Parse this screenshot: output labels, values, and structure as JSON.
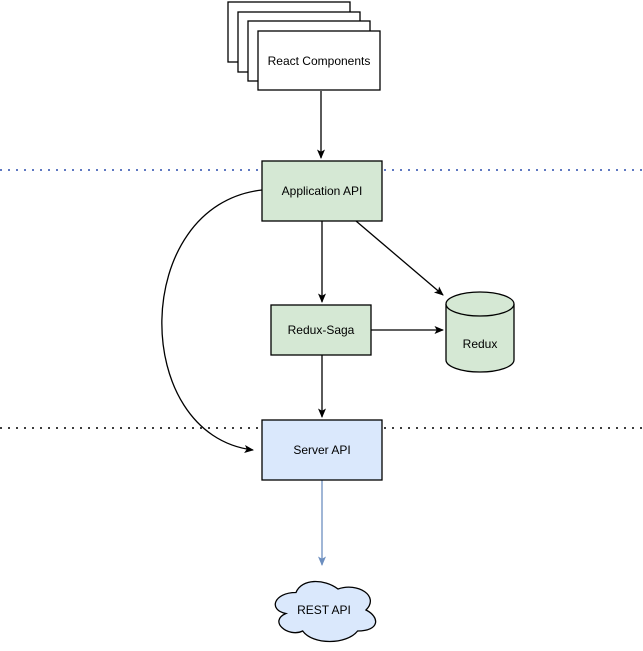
{
  "diagram": {
    "kind": "architecture-flow-diagram",
    "nodes": {
      "react_components": {
        "label": "React Components",
        "shape": "stacked-rectangles",
        "fill": "#ffffff"
      },
      "application_api": {
        "label": "Application API",
        "shape": "rectangle",
        "fill": "#d5e8d4"
      },
      "redux_saga": {
        "label": "Redux-Saga",
        "shape": "rectangle",
        "fill": "#d5e8d4"
      },
      "redux": {
        "label": "Redux",
        "shape": "cylinder",
        "fill": "#d5e8d4"
      },
      "server_api": {
        "label": "Server API",
        "shape": "rectangle",
        "fill": "#dae8fc"
      },
      "rest_api": {
        "label": "REST API",
        "shape": "cloud",
        "fill": "#dae8fc"
      }
    },
    "edges": [
      {
        "from": "react_components",
        "to": "application_api",
        "style": "solid",
        "color": "#000000",
        "direction": "down"
      },
      {
        "from": "application_api",
        "to": "redux_saga",
        "style": "solid",
        "color": "#000000",
        "direction": "down"
      },
      {
        "from": "application_api",
        "to": "redux",
        "style": "solid",
        "color": "#000000",
        "direction": "diagonal-down-right"
      },
      {
        "from": "redux_saga",
        "to": "redux",
        "style": "solid",
        "color": "#000000",
        "direction": "right"
      },
      {
        "from": "redux_saga",
        "to": "server_api",
        "style": "solid",
        "color": "#000000",
        "direction": "down"
      },
      {
        "from": "application_api",
        "to": "server_api",
        "style": "curved",
        "color": "#000000",
        "direction": "left-bypass-down"
      },
      {
        "from": "server_api",
        "to": "rest_api",
        "style": "solid",
        "color": "#6c8ebf",
        "direction": "down"
      }
    ],
    "dividers": [
      {
        "position": "upper",
        "style": "dotted",
        "color": "#6079c2"
      },
      {
        "position": "lower",
        "style": "dotted",
        "color": "#3d3d3d"
      }
    ],
    "colors": {
      "background": "#ffffff",
      "green_node_fill": "#d5e8d4",
      "blue_node_fill": "#dae8fc",
      "stack_node_fill": "#ffffff",
      "shape_border": "#000000",
      "black_edge": "#000000",
      "blue_edge": "#6c8ebf",
      "upper_divider": "#6079c2",
      "lower_divider": "#3d3d3d",
      "label_text": "#000000"
    }
  }
}
